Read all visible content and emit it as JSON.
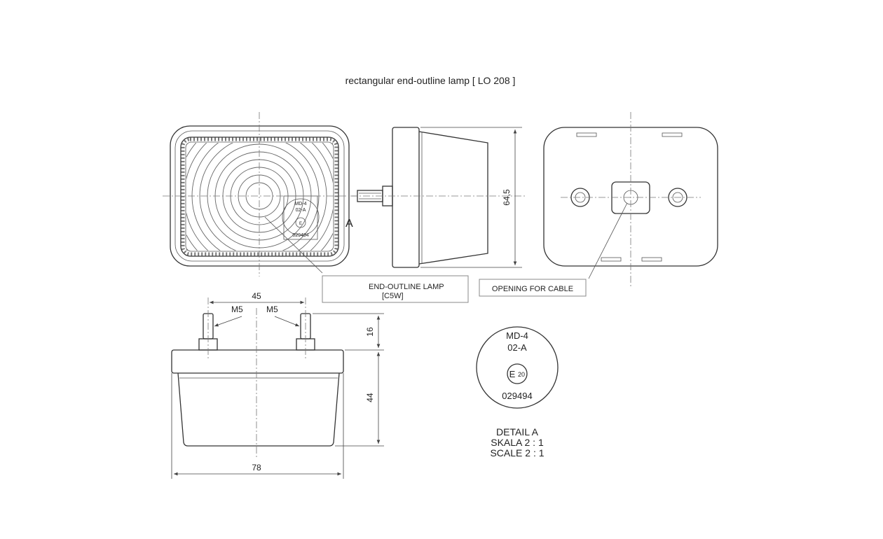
{
  "title": "rectangular end-outline lamp [ LO 208 ]",
  "labels": {
    "detail_marker": "A",
    "lamp_line1": "END-OUTLINE LAMP",
    "lamp_line2": "[C5W]",
    "cable": "OPENING FOR CABLE"
  },
  "stamp": {
    "line1": "MD-4",
    "line2": "02-A",
    "emark_letter": "E",
    "emark_number": "20",
    "approval": "029494"
  },
  "dimensions": {
    "height": "64,5",
    "stud_spacing": "45",
    "stud_left": "M5",
    "stud_right": "M5",
    "stud_height": "16",
    "body_height": "44",
    "width": "78"
  },
  "detail": {
    "title": "DETAIL A",
    "scale_pl": "SKALA 2 : 1",
    "scale_en": "SCALE 2 : 1"
  }
}
